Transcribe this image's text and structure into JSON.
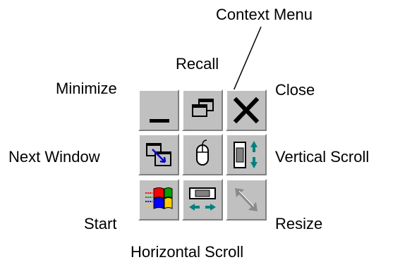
{
  "labels": {
    "context_menu": "Context Menu",
    "recall": "Recall",
    "minimize": "Minimize",
    "close": "Close",
    "next_window": "Next Window",
    "vertical_scroll": "Vertical Scroll",
    "start": "Start",
    "resize": "Resize",
    "horizontal_scroll": "Horizontal Scroll"
  },
  "icons": {
    "minimize": "minimize-icon",
    "recall": "restore-windows-icon",
    "close": "close-x-icon",
    "next_window": "next-window-icon",
    "context_menu": "mouse-icon",
    "vertical_scroll": "vertical-scroll-icon",
    "start": "windows-logo-icon",
    "horizontal_scroll": "horizontal-scroll-icon",
    "resize": "resize-diagonal-icon"
  },
  "colors": {
    "button_face": "#c0c0c0",
    "arrow_teal": "#008080",
    "resize_gray": "#8a8a8a"
  }
}
